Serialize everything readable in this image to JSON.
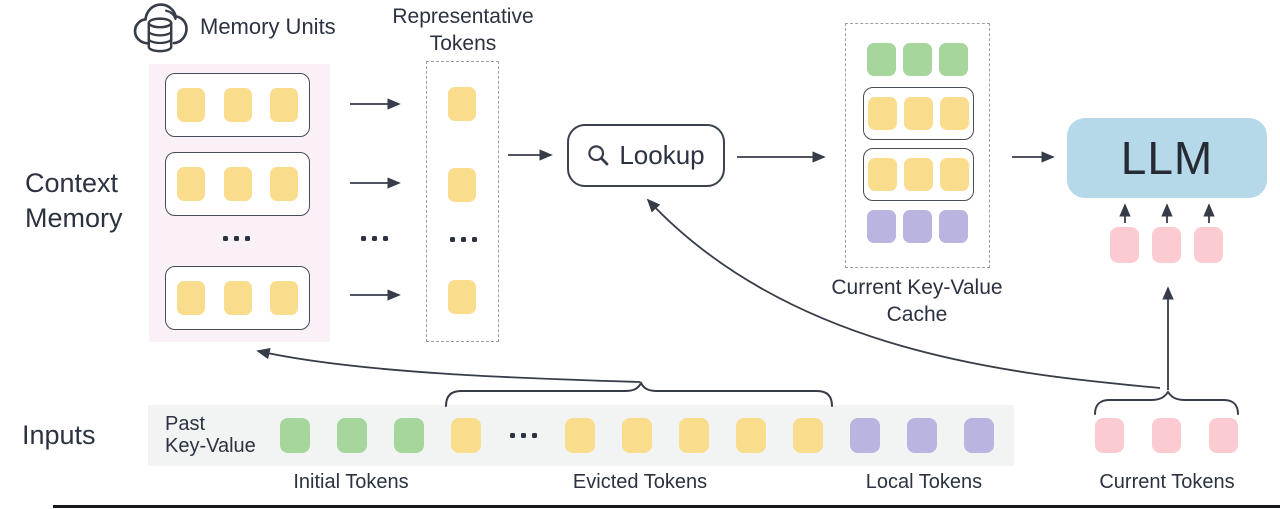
{
  "colors": {
    "yellow": "#FADC8D",
    "green": "#A6D69B",
    "purple": "#B9B5E0",
    "pink": "#FBCBD1",
    "blue": "#B6D9EA",
    "memory_bg": "#FAF0F8",
    "bar_bg": "#F2F4F3",
    "line": "#363C48",
    "text": "#2B3240"
  },
  "labels": {
    "context_memory_line1": "Context",
    "context_memory_line2": "Memory",
    "memory_units": "Memory Units",
    "representative_line1": "Representative",
    "representative_line2": "Tokens",
    "lookup": "Lookup",
    "cache_line1": "Current Key-Value",
    "cache_line2": "Cache",
    "llm": "LLM",
    "inputs": "Inputs",
    "past_line1": "Past",
    "past_line2": "Key-Value",
    "initial_tokens": "Initial Tokens",
    "evicted_tokens": "Evicted Tokens",
    "local_tokens": "Local Tokens",
    "current_tokens": "Current Tokens"
  },
  "tokens": {
    "memory_unit_row": {
      "count": 3,
      "color": "yellow"
    },
    "rep_token": {
      "count": 1,
      "color": "yellow"
    },
    "cache_green": {
      "count": 3,
      "color": "green"
    },
    "cache_yellow_top": {
      "count": 3,
      "color": "yellow"
    },
    "cache_yellow_bottom": {
      "count": 3,
      "color": "yellow"
    },
    "cache_purple": {
      "count": 3,
      "color": "purple"
    },
    "llm_input": {
      "count": 3,
      "color": "pink"
    },
    "bar_initial": {
      "count": 3,
      "color": "green"
    },
    "bar_evicted_left": {
      "count": 1,
      "color": "yellow"
    },
    "bar_evicted_right": {
      "count": 5,
      "color": "yellow"
    },
    "bar_local": {
      "count": 3,
      "color": "purple"
    },
    "current_tokens": {
      "count": 3,
      "color": "pink"
    }
  },
  "ellipsis": {
    "dot_count": 3
  }
}
